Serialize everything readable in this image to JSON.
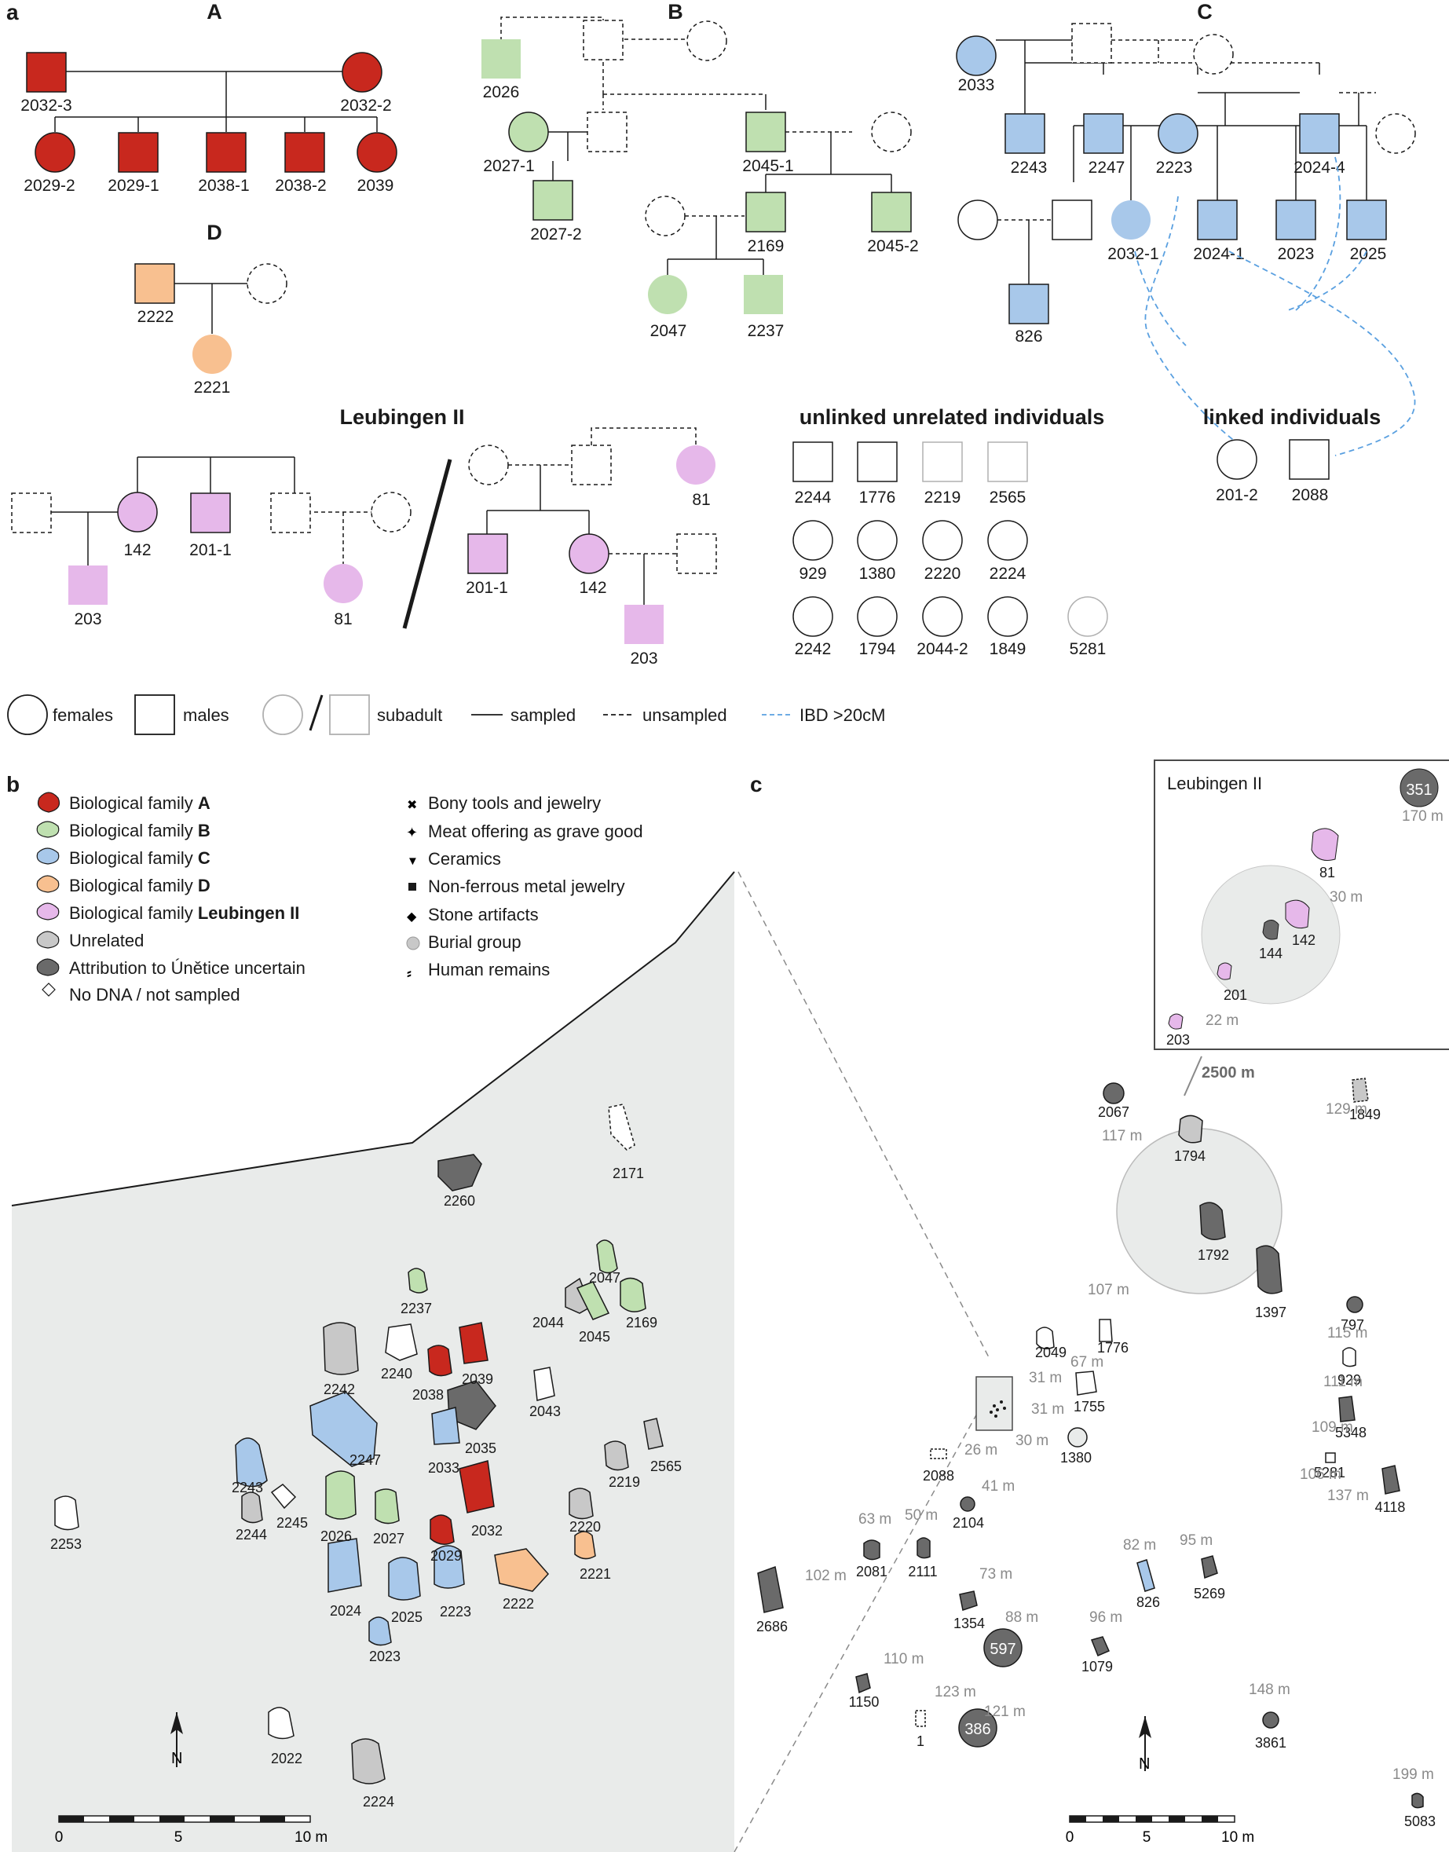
{
  "panel_labels": {
    "a": "a",
    "b": "b",
    "c": "c"
  },
  "colors": {
    "A": "#c8281e",
    "B": "#bfe0b0",
    "C": "#a8c8ea",
    "D": "#f8c090",
    "Leub": "#e6b8ea",
    "unrelated": "#c8c8c8",
    "uncertain": "#6a6a6a",
    "ibd": "#5aa0e0"
  },
  "families": {
    "A": {
      "title": "A",
      "ids": [
        "2032-3",
        "2032-2",
        "2029-2",
        "2029-1",
        "2038-1",
        "2038-2",
        "2039"
      ]
    },
    "B": {
      "title": "B",
      "ids": [
        "2026",
        "2027-1",
        "2045-1",
        "2027-2",
        "2169",
        "2045-2",
        "2047",
        "2237"
      ]
    },
    "C": {
      "title": "C",
      "ids": [
        "2033",
        "2243",
        "2247",
        "2223",
        "2024-4",
        "2032-1",
        "2024-1",
        "2023",
        "2025",
        "826"
      ]
    },
    "D": {
      "title": "D",
      "ids": [
        "2222",
        "2221"
      ]
    },
    "leub": {
      "title": "Leubingen II",
      "left_ids": [
        "142",
        "201-1",
        "203",
        "81"
      ],
      "right_ids": [
        "81",
        "201-1",
        "142",
        "203"
      ]
    }
  },
  "unlinked": {
    "title": "unlinked unrelated individuals",
    "row1": [
      "2244",
      "1776",
      "2219",
      "2565"
    ],
    "row2": [
      "929",
      "1380",
      "2220",
      "2224"
    ],
    "row3": [
      "2242",
      "1794",
      "2044-2",
      "1849",
      "5281"
    ]
  },
  "linked": {
    "title": "linked individuals",
    "ids": [
      "201-2",
      "2088"
    ]
  },
  "key": {
    "females": "females",
    "males": "males",
    "subadult": "subadult",
    "sampled": "sampled",
    "unsampled": "unsampled",
    "ibd": "IBD >20cM"
  },
  "legend_b": {
    "famA_prefix": "Biological family ",
    "famA": "A",
    "famB_prefix": "Biological family ",
    "famB": "B",
    "famC_prefix": "Biological family ",
    "famC": "C",
    "famD_prefix": "Biological family ",
    "famD": "D",
    "famL_prefix": "Biological family ",
    "famL": "Leubingen II",
    "unrelated": "Unrelated",
    "uncertain": "Attribution to Únětice uncertain",
    "nodna": "No DNA / not sampled",
    "bony": "Bony tools and jewelry",
    "meat": "Meat offering as grave good",
    "ceramics": "Ceramics",
    "metal": "Non-ferrous metal jewelry",
    "stone": "Stone artifacts",
    "burial": "Burial group",
    "human": "Human remains"
  },
  "map_b": {
    "graves": [
      "2260",
      "2171",
      "2047",
      "2237",
      "2044",
      "2045",
      "2169",
      "2242",
      "2240",
      "2039",
      "2038",
      "2043",
      "2247",
      "2035",
      "2033",
      "2243",
      "2565",
      "2219",
      "2253",
      "2244",
      "2245",
      "2026",
      "2027",
      "2029",
      "2032",
      "2220",
      "2221",
      "2222",
      "2024",
      "2025",
      "2223",
      "2023",
      "2022",
      "2224"
    ],
    "scale": {
      "s0": "0",
      "s5": "5",
      "s10": "10 m"
    }
  },
  "map_c": {
    "inset_title": "Leubingen II",
    "inset_labels": [
      "351",
      "81",
      "142",
      "144",
      "201",
      "203"
    ],
    "inset_dists": [
      "170 m",
      "30 m",
      "22 m"
    ],
    "big_dist": "2500 m",
    "graves": [
      "2067",
      "1794",
      "1849",
      "1792",
      "1397",
      "797",
      "2049",
      "1776",
      "929",
      "1755",
      "5348",
      "1380",
      "2088",
      "5281",
      "4118",
      "2104",
      "2081",
      "2111",
      "2686",
      "826",
      "5269",
      "1354",
      "597",
      "1079",
      "1150",
      "1",
      "386",
      "3861",
      "5083"
    ],
    "dists": [
      "117 m",
      "129 m",
      "107 m",
      "115 m",
      "67 m",
      "111 m",
      "31 m",
      "31 m",
      "109 m",
      "30 m",
      "26 m",
      "106 m",
      "137 m",
      "41 m",
      "63 m",
      "50 m",
      "102 m",
      "82 m",
      "95 m",
      "73 m",
      "88 m",
      "96 m",
      "110 m",
      "123 m",
      "121 m",
      "148 m",
      "199 m"
    ],
    "scale": {
      "s0": "0",
      "s5": "5",
      "s10": "10 m"
    }
  },
  "north": "N"
}
